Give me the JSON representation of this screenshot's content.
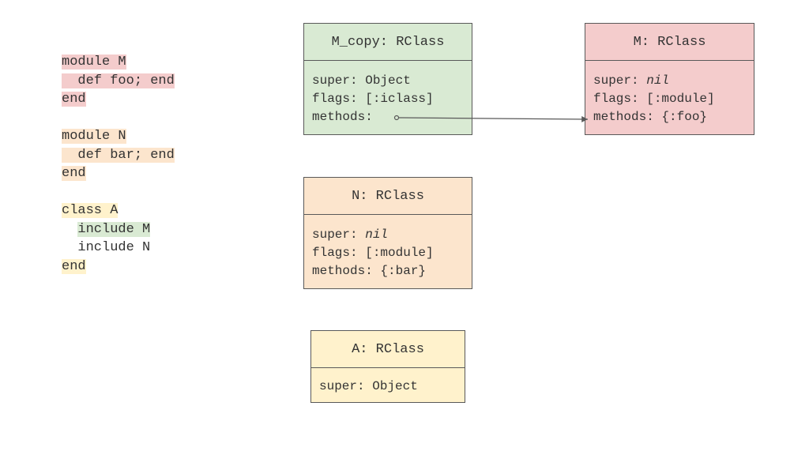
{
  "code": {
    "module_m": [
      "module M",
      "  def foo; end",
      "end"
    ],
    "module_n": [
      "module N",
      "  def bar; end",
      "end"
    ],
    "class_a_head": "class A",
    "class_a_inc_m": "include M",
    "class_a_inc_n": "  include N",
    "class_a_end": "end"
  },
  "boxes": {
    "m_copy": {
      "title": "M_copy: RClass",
      "super_key": "super: ",
      "super_val": "Object",
      "flags": "flags: [:iclass]",
      "methods": "methods:"
    },
    "m": {
      "title": "M: RClass",
      "super_key": "super: ",
      "super_val": "nil",
      "flags": "flags: [:module]",
      "methods": "methods: {:foo}"
    },
    "n": {
      "title": "N: RClass",
      "super_key": "super: ",
      "super_val": "nil",
      "flags": "flags: [:module]",
      "methods": "methods: {:bar}"
    },
    "a": {
      "title": "A: RClass",
      "super_key": "super: ",
      "super_val": "Object"
    }
  },
  "colors": {
    "module_m": "#f4cccc",
    "module_n": "#fce5cd",
    "class_a": "#fff2cc",
    "include_m": "#d9ead3",
    "border": "#595959"
  }
}
